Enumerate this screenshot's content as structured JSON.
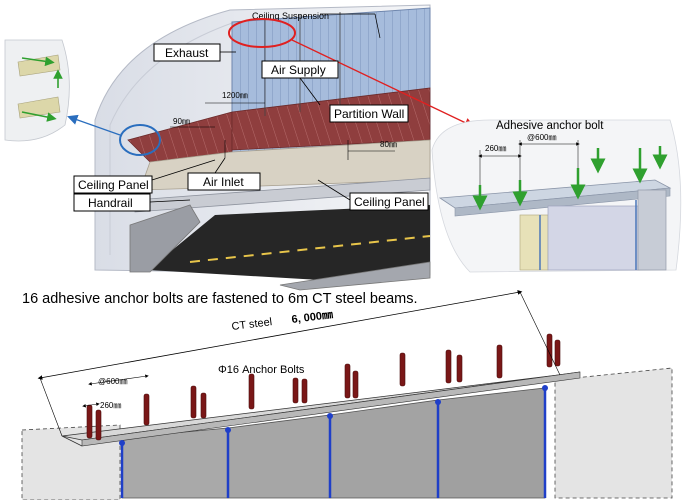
{
  "top_diagram": {
    "labels": {
      "ceiling_suspension": "Ceiling Suspension",
      "exhaust": "Exhaust",
      "air_supply": "Air Supply",
      "partition_wall": "Partition Wall",
      "ceiling_panel_left": "Ceiling Panel",
      "air_inlet": "Air Inlet",
      "handrail": "Handrail",
      "ceiling_panel_right": "Ceiling Panel",
      "dim_1200": "1200㎜",
      "dim_90": "90㎜",
      "dim_80": "80㎜"
    }
  },
  "detail": {
    "title": "Adhesive anchor bolt",
    "dim_600": "@600㎜",
    "dim_260": "260㎜"
  },
  "caption": "16 adhesive anchor bolts are fastened to 6m CT steel beams.",
  "bottom_diagram": {
    "ct_steel_label": "CT steel",
    "ct_steel_length": "6, 000㎜",
    "anchor_label": "Φ16  Anchor Bolts",
    "dim_600": "@600㎜",
    "dim_260": "260㎜"
  },
  "colors": {
    "roadway_red": "#8c3a3a",
    "partition_blue": "#9fb6d8",
    "bolt_red": "#7a1717",
    "bolt_blue": "#1f3fc8",
    "arrow_green": "#2fa02f",
    "callout_red": "#e02020",
    "callout_blue": "#2a6ebe"
  }
}
